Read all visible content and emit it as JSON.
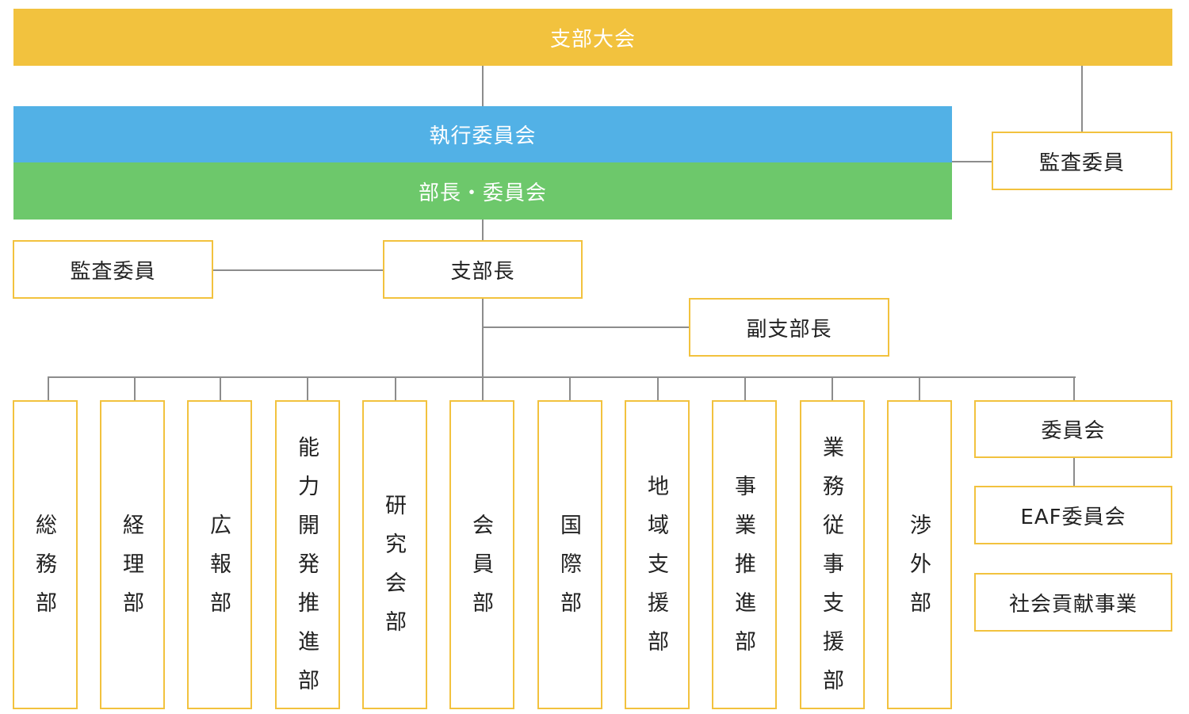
{
  "assembly": "支部大会",
  "executive_committee": "執行委員会",
  "director_committee": "部長・委員会",
  "auditor_right": "監査委員",
  "auditor_left": "監査委員",
  "branch_chief": "支部長",
  "vice_chief": "副支部長",
  "departments": [
    "総務部",
    "経理部",
    "広報部",
    "能力開発推進部",
    "研究会部",
    "会員部",
    "国際部",
    "地域支援部",
    "事業推進部",
    "業務従事支援部",
    "渉外部"
  ],
  "committees": {
    "committee": "委員会",
    "eaf_committee": "EAF委員会",
    "social_contribution": "社会貢献事業"
  },
  "colors": {
    "gold": "#f2c23e",
    "blue": "#52b1e6",
    "green": "#6dc86b",
    "line": "#8c8c8c"
  }
}
